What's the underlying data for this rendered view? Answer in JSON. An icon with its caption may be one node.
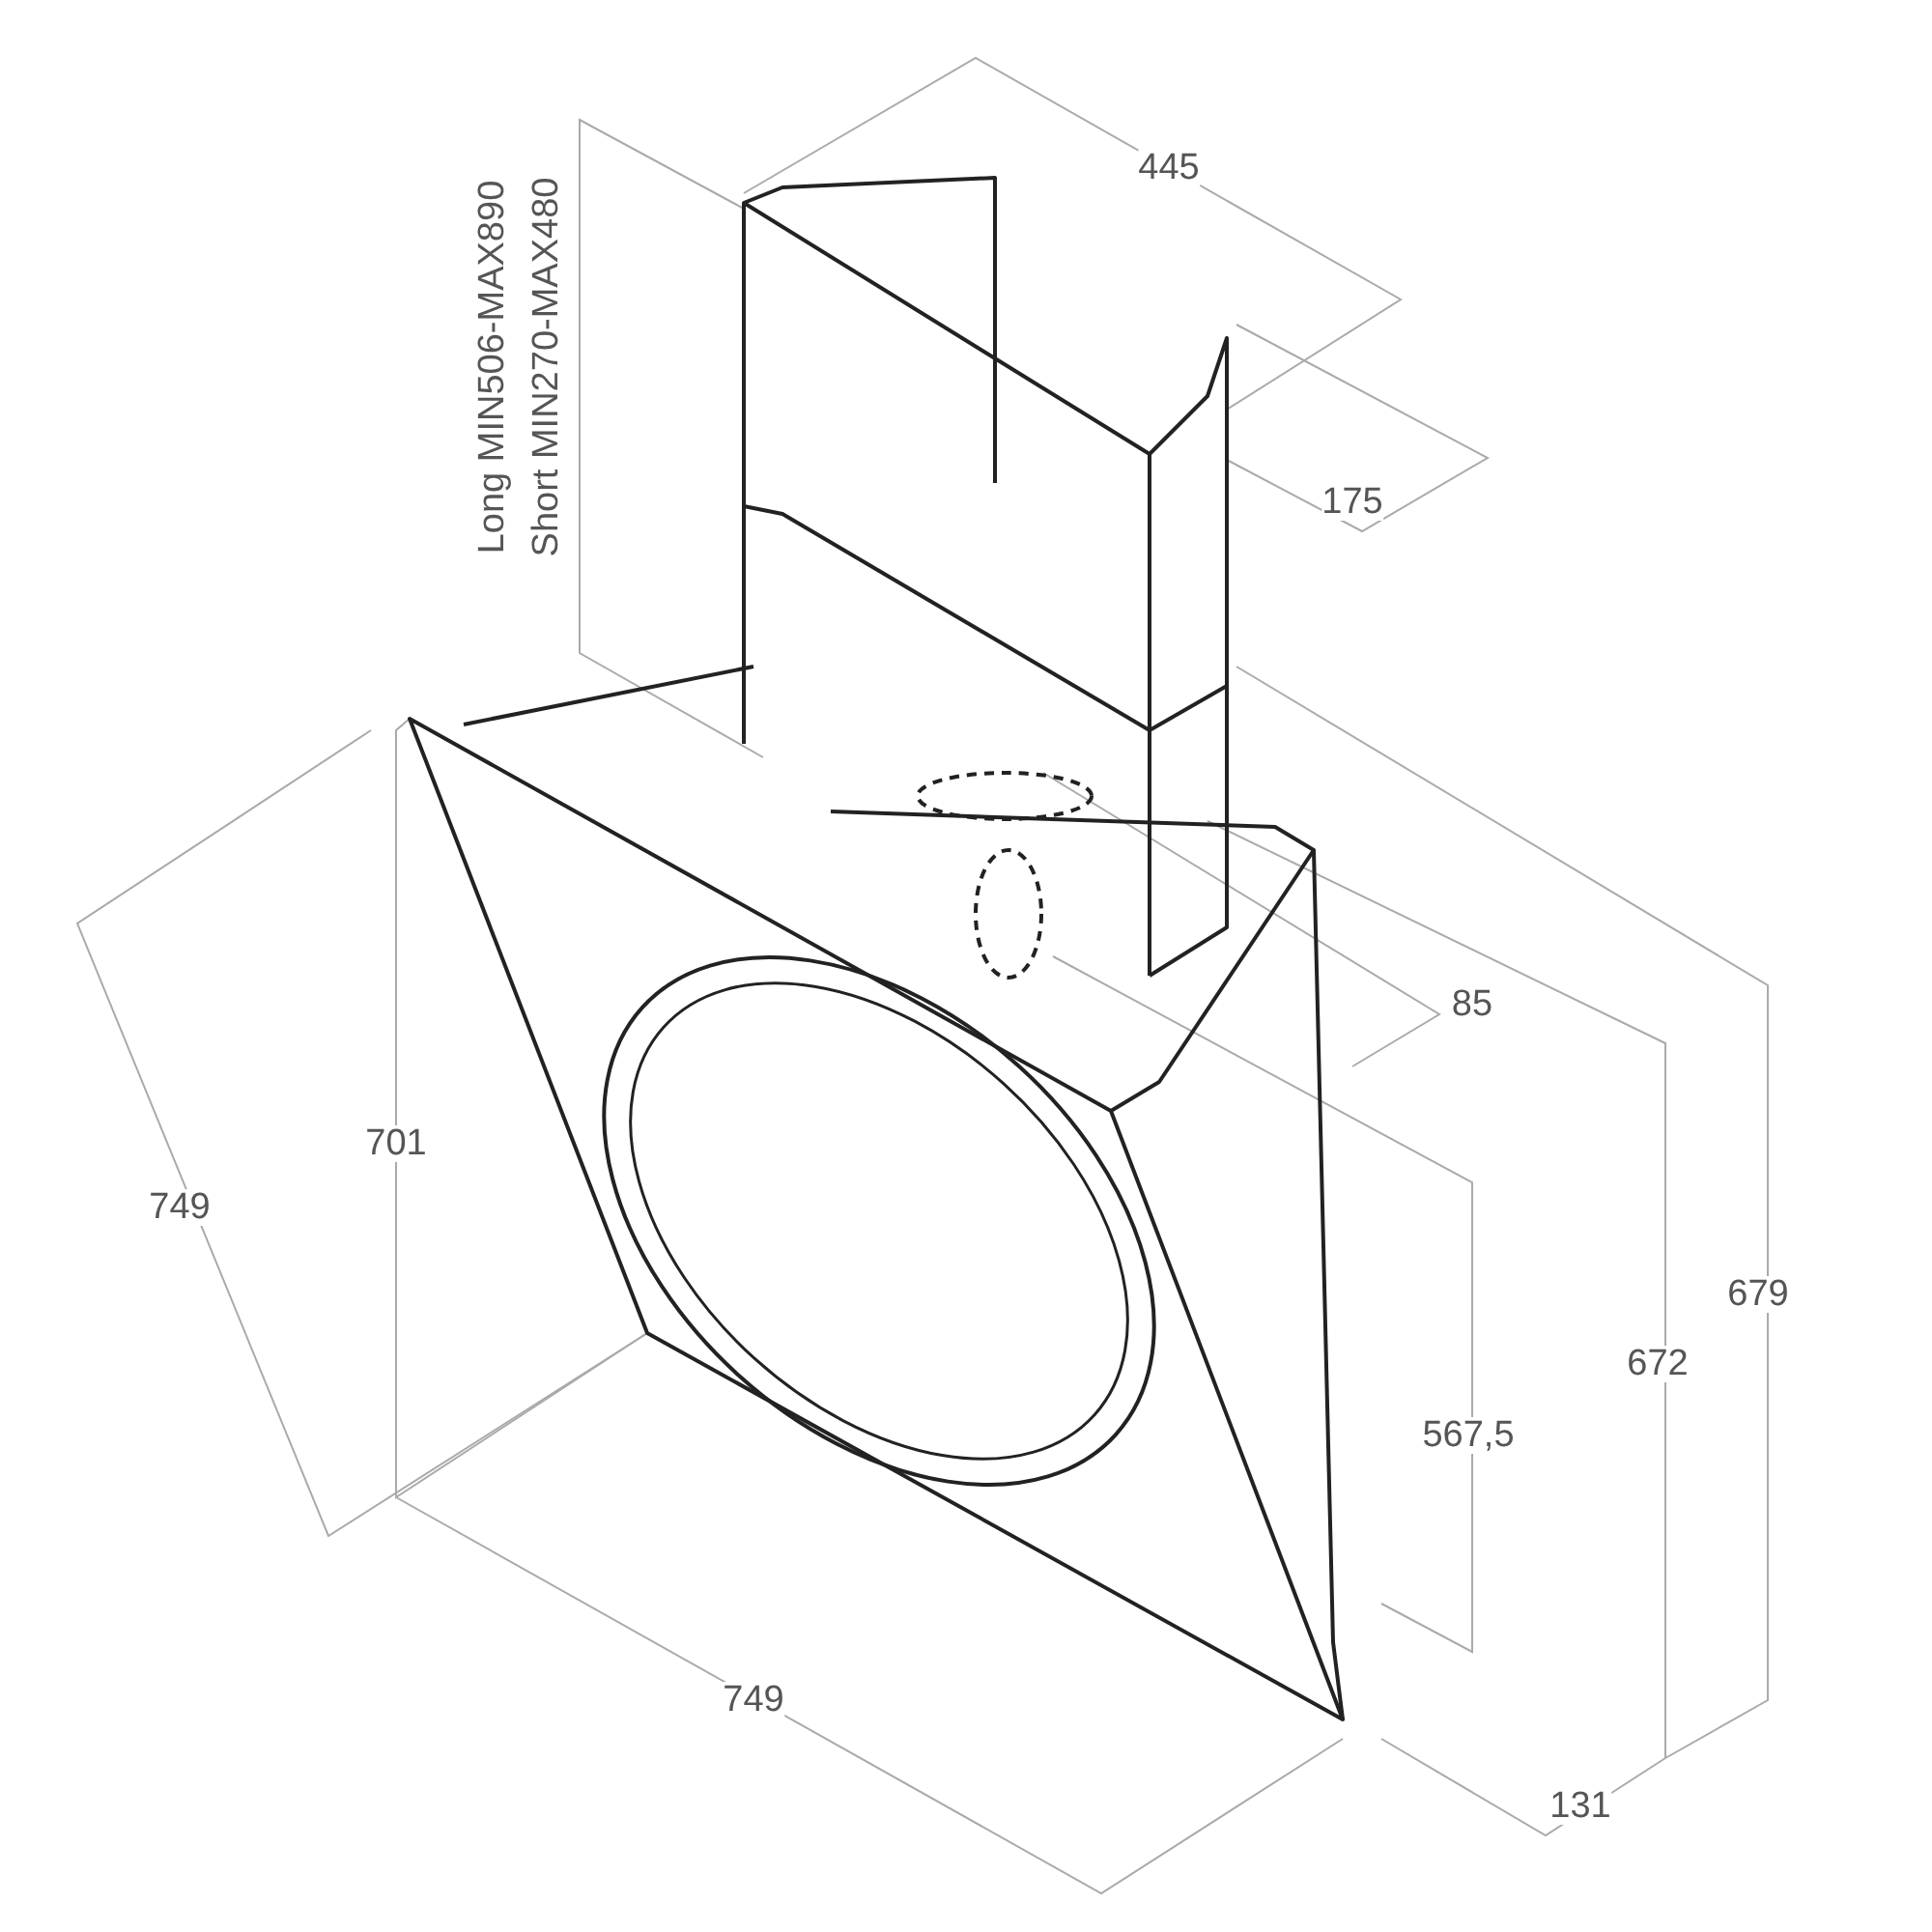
{
  "diagram": {
    "labels": [
      "Long MIN506-MAX890",
      "Short MIN270-MAX480",
      "445",
      "175",
      "701",
      "749",
      "85",
      "679",
      "672",
      "567,5",
      "749",
      "131"
    ]
  }
}
